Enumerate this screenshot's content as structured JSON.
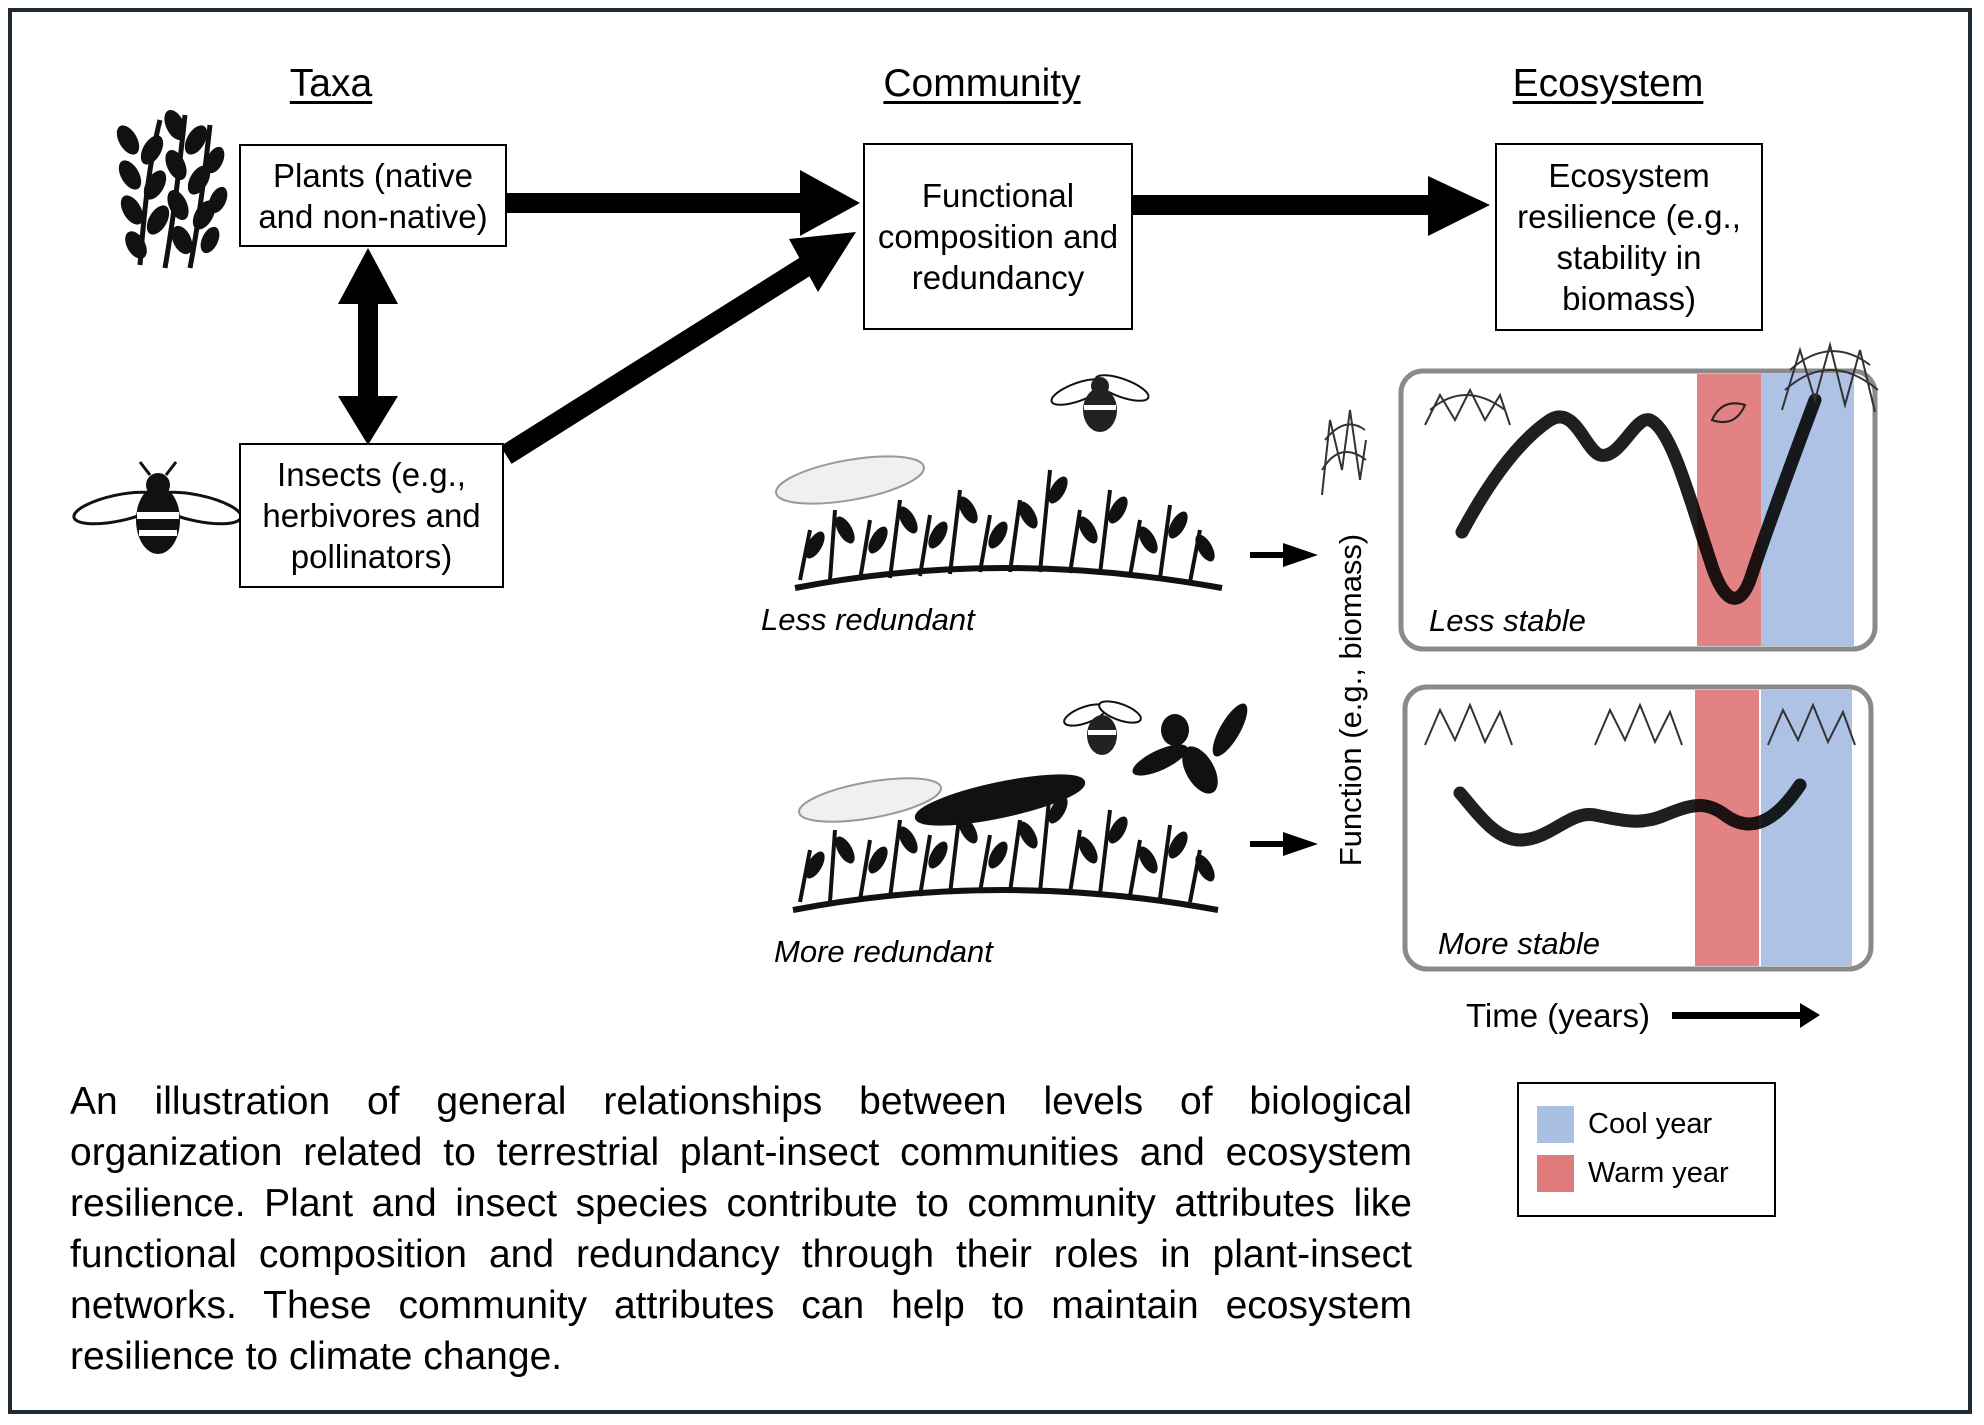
{
  "headings": {
    "taxa": "Taxa",
    "community": "Community",
    "ecosystem": "Ecosystem"
  },
  "boxes": {
    "plants": "Plants (native and non-native)",
    "insects": "Insects (e.g., herbivores and pollinators)",
    "community": "Functional composition and redundancy",
    "ecosystem": "Ecosystem resilience (e.g., stability in biomass)"
  },
  "scenarios": {
    "less_redundant": "Less redundant",
    "more_redundant": "More redundant",
    "less_stable": "Less stable",
    "more_stable": "More stable"
  },
  "axes": {
    "y_label": "Function (e.g., biomass)",
    "x_label": "Time (years)"
  },
  "legend": {
    "cool_year": "Cool year",
    "warm_year": "Warm year"
  },
  "colors": {
    "cool": "#a9bfe3",
    "warm": "#e07b7b",
    "panel_border": "#8a8a8a",
    "frame": "#1f2a36"
  },
  "caption": "An illustration of general relationships between levels of biological organization related to terrestrial plant-insect communities and ecosystem resilience. Plant and insect species contribute to community attributes like functional composition and redundancy through their roles in plant-insect networks. These community attributes can help to maintain ecosystem resilience to climate change."
}
